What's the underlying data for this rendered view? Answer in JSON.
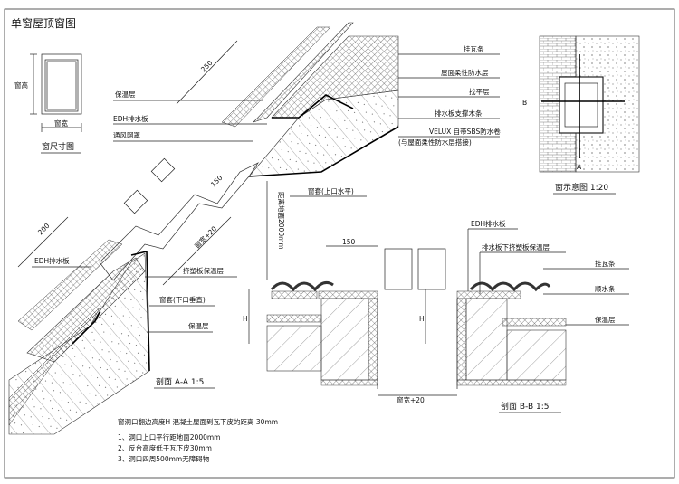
{
  "title": "单窗屋顶窗图",
  "window_size": {
    "height_label": "窗高",
    "width_label": "窗宽",
    "caption": "窗尺寸图"
  },
  "section_aa": {
    "labels": {
      "insulation_top": "保温层",
      "edh_drain_top": "EDH排水板",
      "vent_mesh": "通风网罩",
      "tile_batten": "挂瓦条",
      "flexible_waterproof": "屋面柔性防水层",
      "leveling": "找平层",
      "drain_support": "排水板支撑木条",
      "velux_sbs": "VELUX 自带SBS防水卷",
      "velux_sbs_note": "(与屋面柔性防水层搭接)",
      "frame_top": "窗套(上口水平)",
      "distance_floor": "距离地面2000mm",
      "edh_drain_bottom": "EDH排水板",
      "xps_insulation": "挤塑板保温层",
      "frame_bottom": "窗套(下口垂直)",
      "insulation_bottom": "保温层"
    },
    "dims": {
      "d250": "250",
      "d150": "150",
      "d200": "200",
      "width_plus": "窗宽+20"
    },
    "caption": "剖面 A-A 1:5"
  },
  "section_bb": {
    "labels": {
      "edh_drain": "EDH排水板",
      "under_drain_xps": "排水板下挤塑板保温层",
      "tile_batten": "挂瓦条",
      "counter_batten": "顺水条",
      "insulation": "保温层"
    },
    "dims": {
      "d150": "150",
      "h_left": "H",
      "h_right": "H",
      "width_plus": "窗宽+20"
    },
    "caption": "剖面 B-B 1:5"
  },
  "schematic": {
    "caption": "窗示意图 1:20",
    "marker_b": "B",
    "marker_a": "A"
  },
  "notes": {
    "heading": "窗洞口翻边高度H 混凝土屋面到瓦下皮的距离 30mm",
    "items": [
      "1、洞口上口平行距地面2000mm",
      "2、反台高度低于瓦下皮30mm",
      "3、洞口四周500mm无障碍物"
    ]
  }
}
